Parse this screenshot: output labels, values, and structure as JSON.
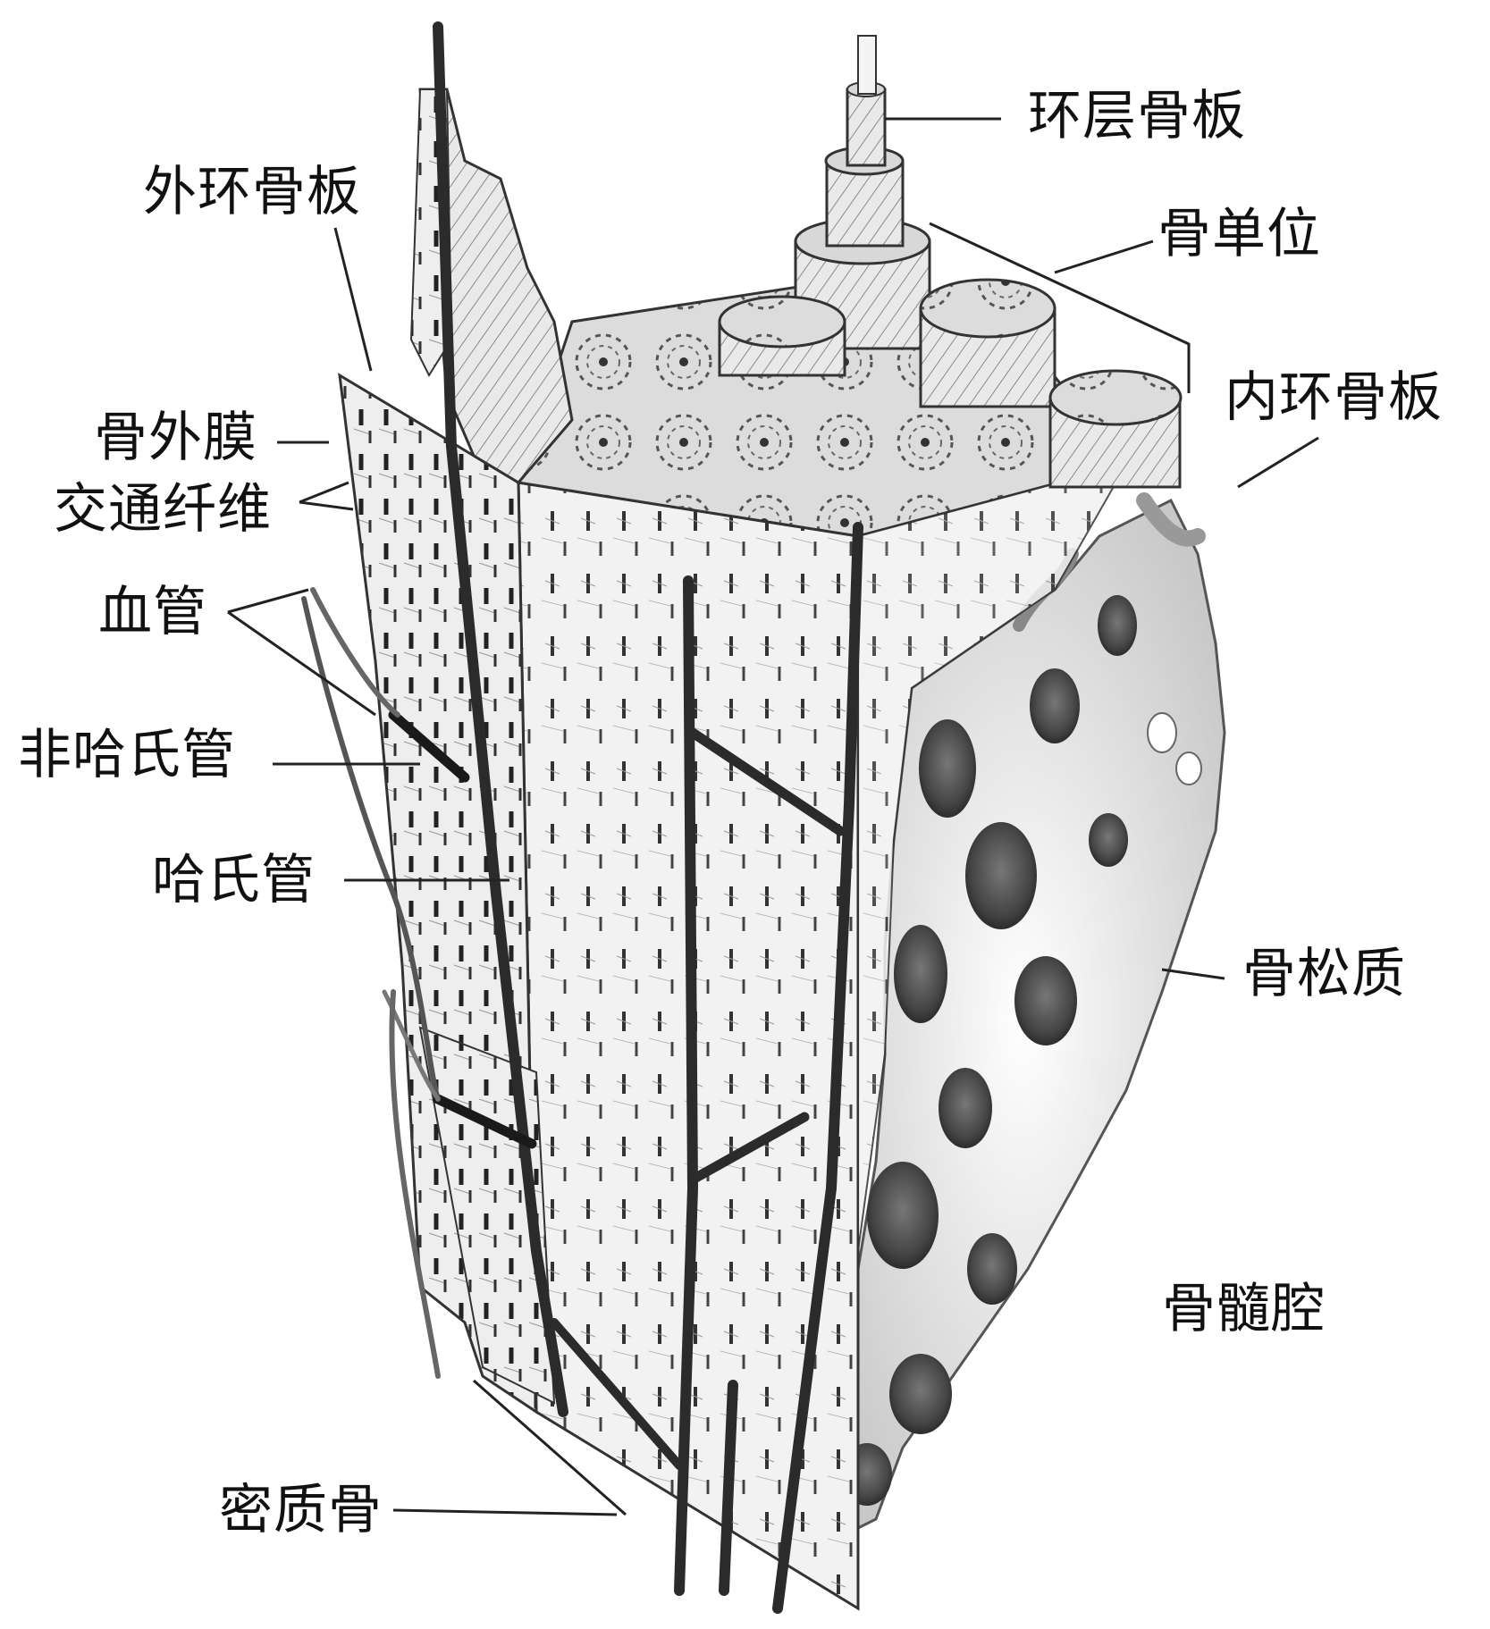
{
  "labels": {
    "outer_circumferential_lamellae": "外环骨板",
    "periosteum": "骨外膜",
    "perforating_fibers": "交通纤维",
    "blood_vessels": "血管",
    "volkmann_canal": "非哈氏管",
    "haversian_canal": "哈氏管",
    "compact_bone": "密质骨",
    "concentric_lamellae": "环层骨板",
    "osteon": "骨单位",
    "inner_circumferential_lamellae": "内环骨板",
    "spongy_bone": "骨松质",
    "marrow_cavity": "骨髓腔"
  },
  "colors": {
    "ink": "#111111",
    "bone_fill": "#ececec",
    "shadow": "#9a9a9a",
    "vessel": "#2b2b2b"
  }
}
